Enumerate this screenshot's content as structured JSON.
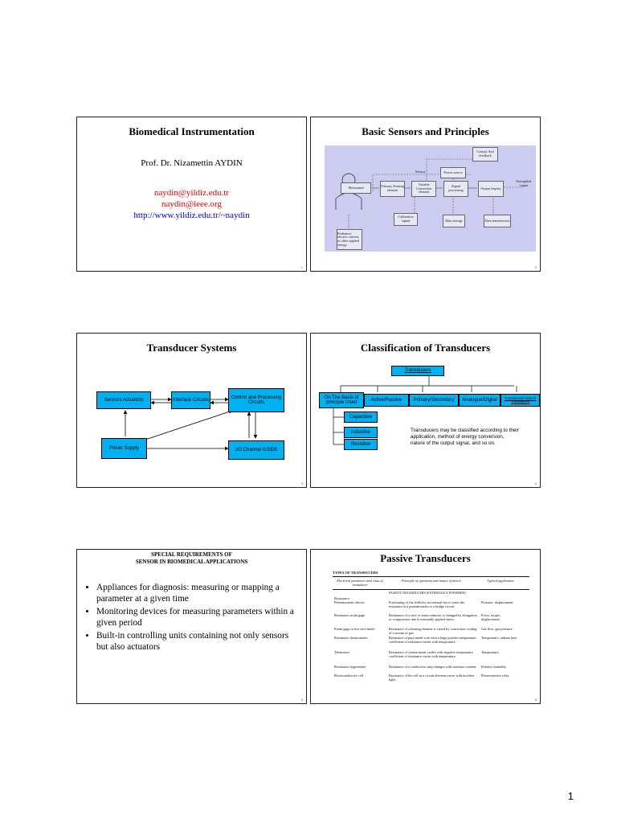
{
  "slides": {
    "s1": {
      "title": "Biomedical Instrumentation",
      "author": "Prof. Dr. Nizamettin AYDIN",
      "email1": "naydin@yildiz.edu.tr",
      "email2": "naydin@ieee.org",
      "url": "http://www.yildiz.edu.tr/~naydin",
      "num": "1"
    },
    "s2": {
      "title": "Basic Sensors and Principles",
      "num": "2",
      "diagram": {
        "control": "Control And feedback",
        "power": "Power source",
        "sensor": "Sensor",
        "primary": "Primary Sensing element",
        "variable": "Variable Conversion element",
        "signal": "Signal processing",
        "output": "Output display",
        "perceptible": "Perceptible output",
        "measurand": "Measurand",
        "calibration": "Calibration signal",
        "storage": "Data storage",
        "transmission": "Data transmission",
        "radiation": "Radiation, electric current, or other applied energy"
      }
    },
    "s3": {
      "title": "Transducer Systems",
      "num": "3",
      "sensors": "Sensors Actuators",
      "interface": "Interface Circuits",
      "control": "Control and Processing Circuits",
      "power": "Power Supply",
      "io": "I/O Channel /USER"
    },
    "s4": {
      "title": "Classification of  Transducers",
      "num": "4",
      "root": "Transducers",
      "cats": [
        "On The Basis of principle Used",
        "Active/Passive",
        "Primary/Secondary",
        "Analogue/Digital",
        "Transducers/ Inverse Transducers"
      ],
      "subs": [
        "Capacitive",
        "Inductive",
        "Resistive"
      ],
      "note": "Transducers may be classified according to their application, method of energy conversion, nature of the output signal, and so on."
    },
    "s5": {
      "title_line1": "SPECIAL REQUIREMENTS OF",
      "title_line2": "SENSOR IN BIOMEDICAL APPLICATIONS",
      "num": "5",
      "bullets": [
        "Appliances for diagnosis: measuring or mapping a parameter at a given time",
        "Monitoring devices for measuring parameters within a given period",
        "Built-in controlling units containing not only sensors but also actuators"
      ]
    },
    "s6": {
      "title": "Passive Transducers",
      "num": "6",
      "table_title": "TYPES OF TRANSDUCERS",
      "headers": [
        "Electrical parameter and class of transducer",
        "Principle of operation and nature of device",
        "Typical application"
      ],
      "section": "PASSIVE TRANSDUCERS (EXTERNALLY POWERED)",
      "group": "Resistance",
      "rows": [
        [
          "Potentiometric device",
          "Positioning of the slider by an external force varies the resistance in a potentiometer or a bridge circuit.",
          "Pressure, displacement"
        ],
        [
          "Resistance strain gage",
          "Resistance of a wire or semiconductor is changed by elongation or compression due to externally applied stress.",
          "Force, torque, displacement"
        ],
        [
          "Pirani gage or hot-wire meter",
          "Resistance of a heating element is varied by convection cooling of a stream of gas.",
          "Gas flow, gas pressure"
        ],
        [
          "Resistance thermometer",
          "Resistance of pure metal wire with a large positive temperature coefficient of resistance varies with temperature.",
          "Temperature, radiant heat"
        ],
        [
          "Thermistor",
          "Resistance of certain metal oxides with negative temperature coefficient of resistance varies with temperature.",
          "Temperature"
        ],
        [
          "Resistance hygrometer",
          "Resistance of a conductive strip changes with moisture content.",
          "Relative humidity"
        ],
        [
          "Photoconductive cell",
          "Resistance of the cell as a circuit element varies with incident light.",
          "Photosensitive relay"
        ]
      ]
    }
  },
  "page_number": "1"
}
